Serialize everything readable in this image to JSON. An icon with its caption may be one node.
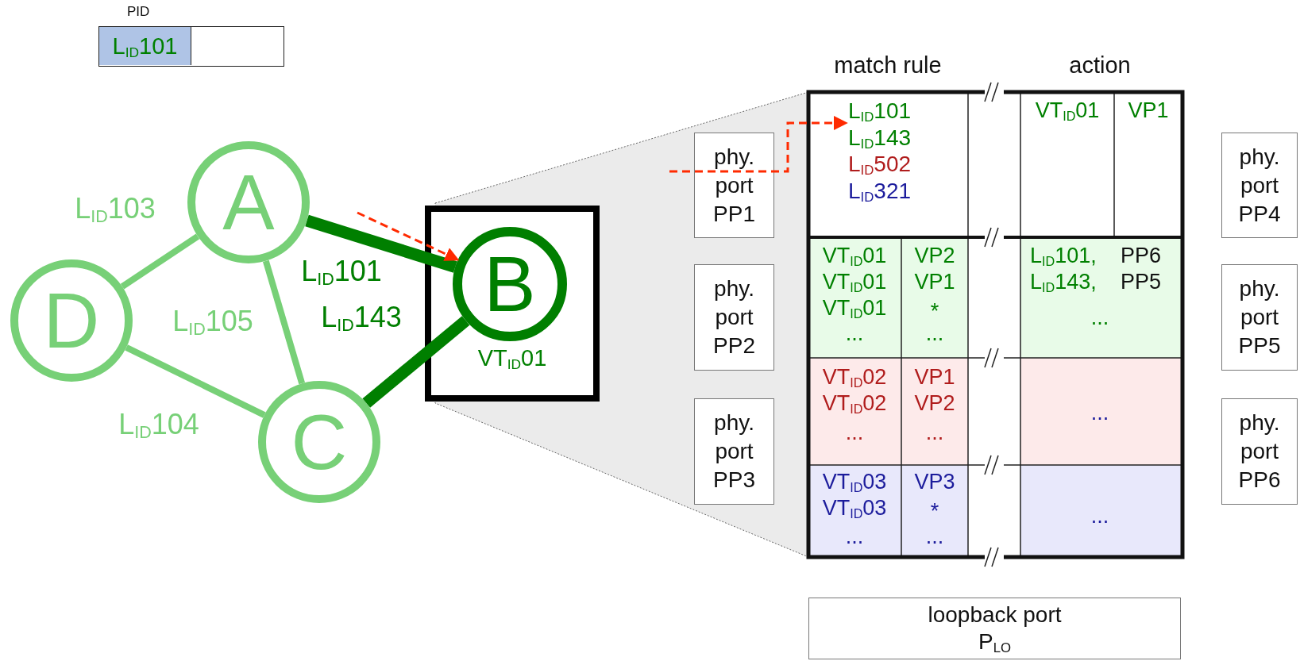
{
  "diagram": {
    "nodes": [
      {
        "text": [
          "PID",
          "L$_{ID}$101"
        ]
      },
      {
        "text": [
          "A"
        ]
      },
      {
        "text": [
          "D"
        ]
      },
      {
        "text": [
          "C"
        ]
      },
      {
        "text": [
          "VT$_{ID}$01"
        ]
      },
      {
        "text": [
          "B"
        ],
        "in": 4
      },
      {
        "text": [
          "phy. port PP1"
        ]
      },
      {
        "text": [
          "L$_{ID}$101",
          "L$_{ID}$143",
          "L$_{ID}$502",
          "L$_{ID}$321"
        ]
      },
      {
        "text": [
          "phy. port PP4"
        ]
      },
      {
        "text": [
          "phy. port PP2"
        ]
      },
      {
        "text": [
          "phy. port PP5"
        ]
      },
      {
        "text": [
          "phy. port PP3"
        ]
      },
      {
        "text": [
          "phy. port PP6"
        ]
      },
      {
        "text": [
          "loopback port P$_{LO}$"
        ]
      }
    ],
    "edges": [
      {
        "from": 1,
        "to": 2,
        "arrow": "none",
        "label": "L$_{ID}$103"
      },
      {
        "from": 1,
        "to": 3,
        "arrow": "none",
        "label": "L$_{ID}$105"
      },
      {
        "from": 2,
        "to": 3,
        "arrow": "none",
        "label": "L$_{ID}$104"
      },
      {
        "from": 1,
        "to": 5,
        "arrow": "none",
        "label": "L$_{ID}$101",
        "style": "thick",
        "color": "#007f00"
      },
      {
        "from": 3,
        "to": 5,
        "arrow": "none",
        "label": "L$_{ID}$143",
        "style": "thick",
        "color": "#007f00"
      },
      {
        "from": null,
        "to": 5,
        "arrow": "to",
        "style": "dashed",
        "color": "#ff2a00"
      },
      {
        "from": null,
        "to": 7,
        "arrow": "to",
        "style": "dashed",
        "color": "#ff2a00"
      }
    ],
    "labels": [
      "match rule",
      "action",
      "VT$_{ID}$01",
      "VP1",
      "VT$_{ID}$01",
      "VP2",
      "L$_{ID}$101,",
      "PP6",
      "VT$_{ID}$01",
      "VP1",
      "L$_{ID}$143,",
      "PP5",
      "VT$_{ID}$01",
      "*",
      "...",
      "...",
      "...",
      "VT$_{ID}$02",
      "VP1",
      "...",
      "VT$_{ID}$02",
      "VP2",
      "...",
      "...",
      "VT$_{ID}$03",
      "VP3",
      "...",
      "VT$_{ID}$03",
      "*",
      "...",
      "..."
    ]
  }
}
